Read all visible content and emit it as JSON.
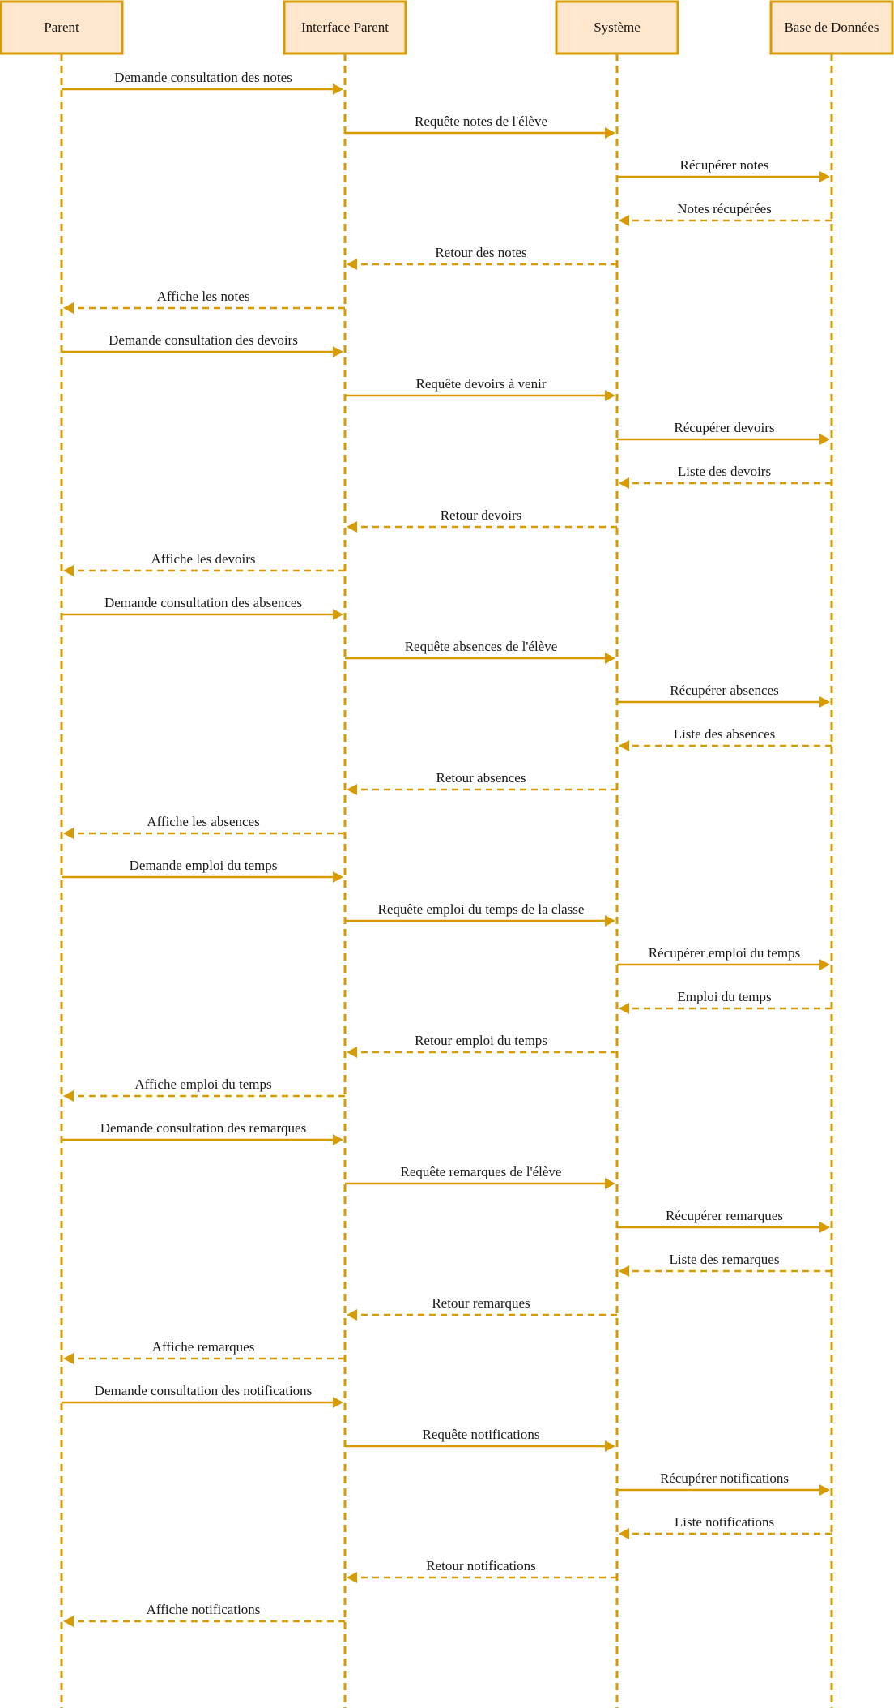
{
  "colors": {
    "box_fill": "#ffe6cc",
    "box_stroke": "#d79b00",
    "line": "#d79b00",
    "text": "#1a1a1a"
  },
  "participants": [
    {
      "id": "parent",
      "label": "Parent"
    },
    {
      "id": "interface",
      "label": "Interface Parent"
    },
    {
      "id": "systeme",
      "label": "Système"
    },
    {
      "id": "bdd",
      "label": "Base de Données"
    }
  ],
  "messages": [
    {
      "from": "parent",
      "to": "interface",
      "type": "sync",
      "label": "Demande consultation des notes"
    },
    {
      "from": "interface",
      "to": "systeme",
      "type": "sync",
      "label": "Requête notes de l'élève"
    },
    {
      "from": "systeme",
      "to": "bdd",
      "type": "sync",
      "label": "Récupérer notes"
    },
    {
      "from": "bdd",
      "to": "systeme",
      "type": "return",
      "label": "Notes récupérées"
    },
    {
      "from": "systeme",
      "to": "interface",
      "type": "return",
      "label": "Retour des notes"
    },
    {
      "from": "interface",
      "to": "parent",
      "type": "return",
      "label": "Affiche les notes"
    },
    {
      "from": "parent",
      "to": "interface",
      "type": "sync",
      "label": "Demande consultation des devoirs"
    },
    {
      "from": "interface",
      "to": "systeme",
      "type": "sync",
      "label": "Requête devoirs à venir"
    },
    {
      "from": "systeme",
      "to": "bdd",
      "type": "sync",
      "label": "Récupérer devoirs"
    },
    {
      "from": "bdd",
      "to": "systeme",
      "type": "return",
      "label": "Liste des devoirs"
    },
    {
      "from": "systeme",
      "to": "interface",
      "type": "return",
      "label": "Retour devoirs"
    },
    {
      "from": "interface",
      "to": "parent",
      "type": "return",
      "label": "Affiche les devoirs"
    },
    {
      "from": "parent",
      "to": "interface",
      "type": "sync",
      "label": "Demande consultation des absences"
    },
    {
      "from": "interface",
      "to": "systeme",
      "type": "sync",
      "label": "Requête absences de l'élève"
    },
    {
      "from": "systeme",
      "to": "bdd",
      "type": "sync",
      "label": "Récupérer absences"
    },
    {
      "from": "bdd",
      "to": "systeme",
      "type": "return",
      "label": "Liste des absences"
    },
    {
      "from": "systeme",
      "to": "interface",
      "type": "return",
      "label": "Retour absences"
    },
    {
      "from": "interface",
      "to": "parent",
      "type": "return",
      "label": "Affiche les absences"
    },
    {
      "from": "parent",
      "to": "interface",
      "type": "sync",
      "label": "Demande emploi du temps"
    },
    {
      "from": "interface",
      "to": "systeme",
      "type": "sync",
      "label": "Requête emploi du temps de la classe"
    },
    {
      "from": "systeme",
      "to": "bdd",
      "type": "sync",
      "label": "Récupérer emploi du temps"
    },
    {
      "from": "bdd",
      "to": "systeme",
      "type": "return",
      "label": "Emploi du temps"
    },
    {
      "from": "systeme",
      "to": "interface",
      "type": "return",
      "label": "Retour emploi du temps"
    },
    {
      "from": "interface",
      "to": "parent",
      "type": "return",
      "label": "Affiche emploi du temps"
    },
    {
      "from": "parent",
      "to": "interface",
      "type": "sync",
      "label": "Demande consultation des remarques"
    },
    {
      "from": "interface",
      "to": "systeme",
      "type": "sync",
      "label": "Requête remarques de l'élève"
    },
    {
      "from": "systeme",
      "to": "bdd",
      "type": "sync",
      "label": "Récupérer remarques"
    },
    {
      "from": "bdd",
      "to": "systeme",
      "type": "return",
      "label": "Liste des remarques"
    },
    {
      "from": "systeme",
      "to": "interface",
      "type": "return",
      "label": "Retour remarques"
    },
    {
      "from": "interface",
      "to": "parent",
      "type": "return",
      "label": "Affiche remarques"
    },
    {
      "from": "parent",
      "to": "interface",
      "type": "sync",
      "label": "Demande consultation des notifications"
    },
    {
      "from": "interface",
      "to": "systeme",
      "type": "sync",
      "label": "Requête notifications"
    },
    {
      "from": "systeme",
      "to": "bdd",
      "type": "sync",
      "label": "Récupérer notifications"
    },
    {
      "from": "bdd",
      "to": "systeme",
      "type": "return",
      "label": "Liste notifications"
    },
    {
      "from": "systeme",
      "to": "interface",
      "type": "return",
      "label": "Retour notifications"
    },
    {
      "from": "interface",
      "to": "parent",
      "type": "return",
      "label": "Affiche notifications"
    }
  ]
}
